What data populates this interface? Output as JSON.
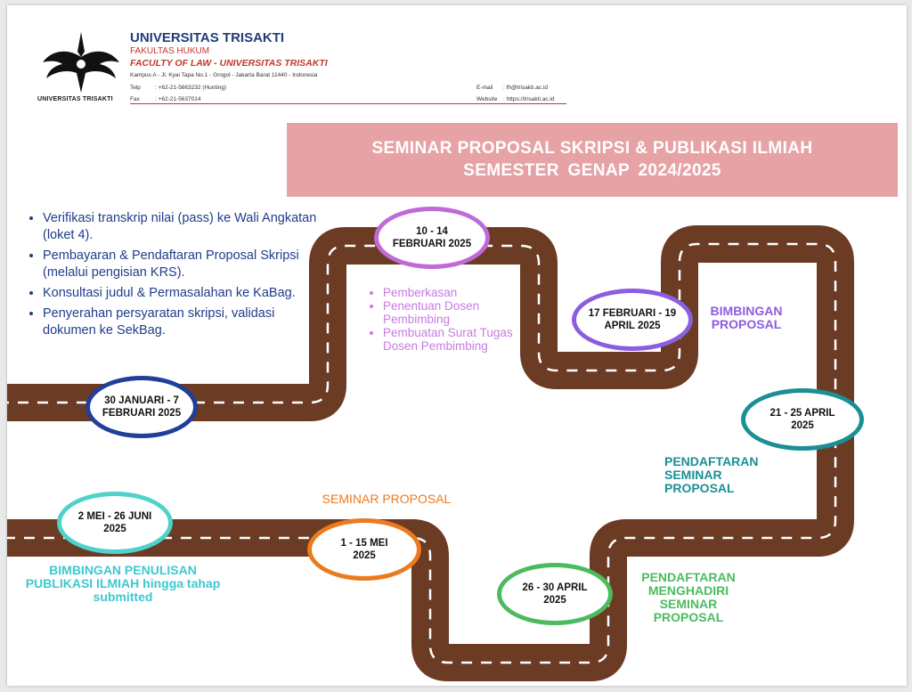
{
  "letterhead": {
    "university": "UNIVERSITAS TRISAKTI",
    "faculty": "FAKULTAS HUKUM",
    "faculty_en": "FACULTY OF LAW - UNIVERSITAS TRISAKTI",
    "address": "Kampus A - Jl. Kyai Tapa No.1 - Grogol - Jakarta Barat 11440 - Indonesia",
    "telp_label": "Telp",
    "telp": ": +62-21-5663232 (Hunting)",
    "fax_label": "Fax",
    "fax": ": +62-21-5637014",
    "email_label": "E-mail",
    "email": ": fh@trisakti.ac.id",
    "website_label": "Website",
    "website": ": https://trisakti.ac.id",
    "logo_caption": "UNIVERSITAS TRISAKTI"
  },
  "banner": {
    "line1": "SEMINAR PROPOSAL SKRIPSI & PUBLIKASI ILMIAH",
    "line2": "SEMESTER  GENAP  2024/2025",
    "color": "#e7a2a5"
  },
  "checklist": [
    "Verifikasi transkrip nilai (pass) ke Wali Angkatan (loket 4).",
    "Pembayaran & Pendaftaran Proposal Skripsi (melalui pengisian KRS).",
    "Konsultasi judul & Permasalahan ke KaBag.",
    "Penyerahan persyaratan skripsi, validasi dokumen ke SekBag."
  ],
  "sub_list": [
    "Pemberkasan",
    "Penentuan Dosen Pembimbing",
    "Pembuatan Surat Tugas Dosen Pembimbing"
  ],
  "milestones": [
    {
      "date": "30 JANUARI - 7 FEBRUARI 2025",
      "color": "#1f3f9a"
    },
    {
      "date": "10 - 14 FEBRUARI 2025",
      "color": "#c06ad8"
    },
    {
      "date": "17 FEBRUARI - 19 APRIL 2025",
      "color": "#8b5de0"
    },
    {
      "date": "21 - 25 APRIL 2025",
      "color": "#1b8f95"
    },
    {
      "date": "26 - 30 APRIL 2025",
      "color": "#4cbb5f"
    },
    {
      "date": "1 - 15 MEI 2025",
      "color": "#ec7a1e"
    },
    {
      "date": "2 MEI - 26 JUNI 2025",
      "color": "#4fd1cc"
    }
  ],
  "labels": {
    "bimbingan_proposal": "BIMBINGAN PROPOSAL",
    "pendaftaran_seminar": "PENDAFTARAN SEMINAR PROPOSAL",
    "menghadiri_seminar": "PENDAFTARAN MENGHADIRI SEMINAR PROPOSAL",
    "seminar_proposal": "SEMINAR PROPOSAL",
    "bimbingan_publikasi": "BIMBINGAN PENULISAN PUBLIKASI ILMIAH hingga tahap submitted"
  },
  "colors": {
    "road": "#6b3b24",
    "text_blue": "#1f3d8a",
    "purple_text": "#8b5de0",
    "teal_text": "#1b8f95",
    "green_text": "#4cbb5f",
    "orange_text": "#ec7a1e",
    "cyan_text": "#3cc9d0",
    "pink_text": "#c77be0"
  }
}
